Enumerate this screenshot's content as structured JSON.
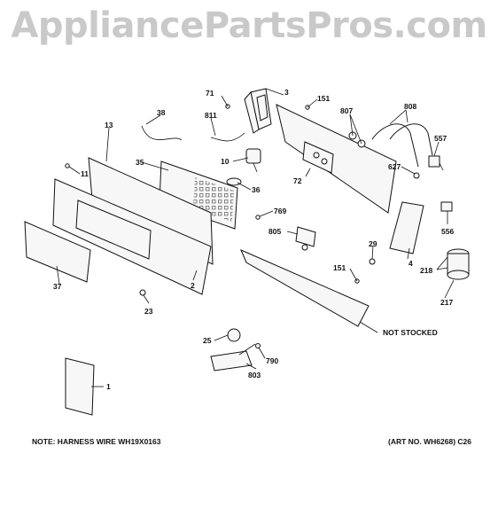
{
  "watermark": "AppliancePartsPros.com",
  "notes": {
    "left": "NOTE: HARNESS WIRE WH19X0163",
    "right": "(ART NO. WH6268) C26",
    "not_stocked": "NOT STOCKED"
  },
  "callouts": [
    "71",
    "3",
    "151",
    "807",
    "808",
    "38",
    "811",
    "13",
    "557",
    "10",
    "35",
    "11",
    "627",
    "36",
    "72",
    "769",
    "556",
    "805",
    "29",
    "4",
    "151",
    "218",
    "37",
    "2",
    "217",
    "23",
    "25",
    "790",
    "1",
    "803"
  ]
}
